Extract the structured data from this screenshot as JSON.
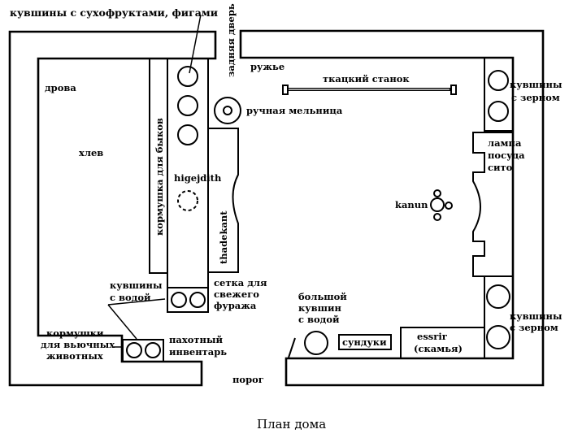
{
  "diagram": {
    "caption": "План дома",
    "labels": {
      "dried_fruit_jars": "кувшины с сухофруктами, фигами",
      "back_door": "задняя дверь",
      "gun": "ружье",
      "firewood": "дрова",
      "loom": "ткацкий станок",
      "hand_mill": "ручная мельница",
      "barn": "хлев",
      "ox_feeder": "кормушка для быков",
      "higejdith": "higejdith",
      "thadekant": "thadekant",
      "grain_jars_top": [
        "кувшины",
        "с зерном"
      ],
      "lamp_dishes_sieve": [
        "лампа",
        "посуда",
        "сито"
      ],
      "kanun": "kanun",
      "water_jars": [
        "кувшины",
        "с водой"
      ],
      "fodder_net": [
        "сетка для",
        "свежего",
        "фуража"
      ],
      "pack_animal_feeders": [
        "кормушки",
        "для вьючных",
        "животных"
      ],
      "plough_tools": [
        "пахотный",
        "инвентарь"
      ],
      "threshold": "порог",
      "big_water_jar": [
        "большой",
        "кувшин",
        "с водой"
      ],
      "chests": "сундуки",
      "essrir": [
        "essrir",
        "(скамья)"
      ],
      "grain_jars_bottom": [
        "кувшины",
        "с зерном"
      ]
    }
  }
}
